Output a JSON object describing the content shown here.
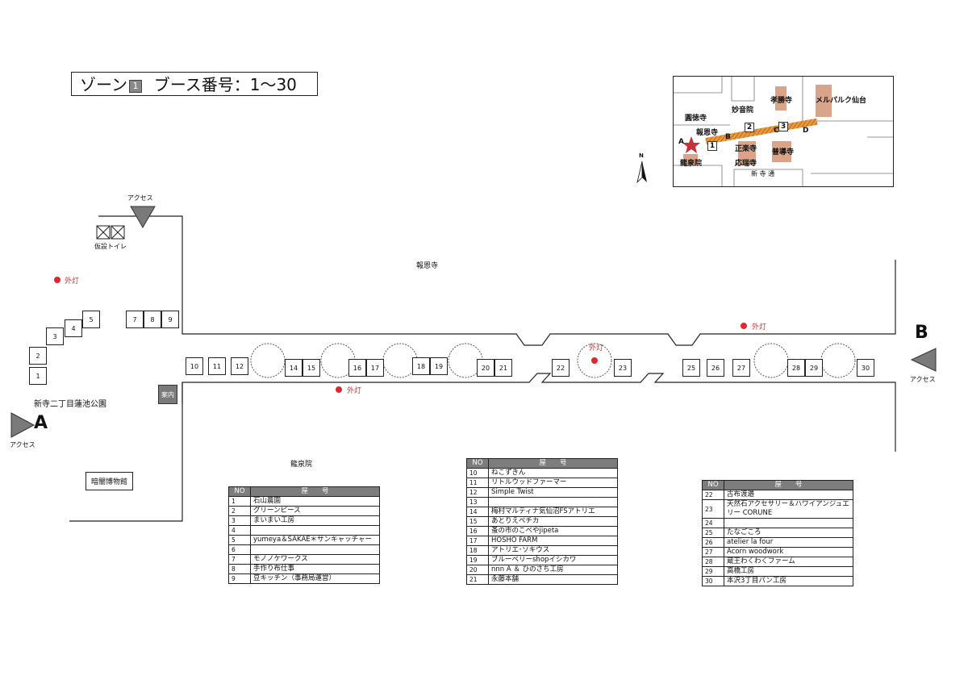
{
  "title": {
    "prefix": "ゾーン",
    "zone": "1",
    "suffix": "ブース番号：1〜30"
  },
  "labels": {
    "hoonji": "報恩寺",
    "ryusenin": "龍泉院",
    "park": "新寺二丁目蓮池公園",
    "museum": "暗闇博物館",
    "info": "案内",
    "toilet": "仮設トイレ",
    "lamp": "外灯",
    "access": "アクセス",
    "a": "A",
    "b": "B"
  },
  "booths": [
    "1",
    "2",
    "3",
    "4",
    "5",
    "7",
    "8",
    "9",
    "10",
    "11",
    "12",
    "14",
    "15",
    "16",
    "17",
    "18",
    "19",
    "20",
    "21",
    "22",
    "23",
    "25",
    "26",
    "27",
    "28",
    "29",
    "30"
  ],
  "inset": {
    "temples": [
      "圓徳寺",
      "妙音院",
      "孝勝寺",
      "メルパルク仙台",
      "報恩寺",
      "正楽寺",
      "普導寺",
      "龍泉院",
      "応瑞寺",
      "新 寺 通"
    ],
    "points": [
      "A",
      "B",
      "C",
      "D"
    ],
    "zones": [
      "1",
      "2",
      "3"
    ],
    "north": "N"
  },
  "tables": {
    "header_no": "NO",
    "header_name": "屋　　号",
    "t1": [
      {
        "no": "1",
        "name": "石山農園"
      },
      {
        "no": "2",
        "name": "グリーンピース"
      },
      {
        "no": "3",
        "name": "まいまい工房"
      },
      {
        "no": "4",
        "name": ""
      },
      {
        "no": "5",
        "name": "yumeya＆SAKAE＊サンキャッチャー"
      },
      {
        "no": "6",
        "name": ""
      },
      {
        "no": "7",
        "name": "モノノケワークス"
      },
      {
        "no": "8",
        "name": "手作り布仕事"
      },
      {
        "no": "9",
        "name": "豆キッチン（事務局運営）"
      }
    ],
    "t2": [
      {
        "no": "10",
        "name": "ねこずきん"
      },
      {
        "no": "11",
        "name": "リトルウッドファーマー"
      },
      {
        "no": "12",
        "name": "Simple Twist"
      },
      {
        "no": "13",
        "name": ""
      },
      {
        "no": "14",
        "name": "梅村マルティナ気仙沼FSアトリエ"
      },
      {
        "no": "15",
        "name": "あとりえペチカ"
      },
      {
        "no": "16",
        "name": "蚤の市のこべやjipeta"
      },
      {
        "no": "17",
        "name": "HOSHO FARM"
      },
      {
        "no": "18",
        "name": "アトリエ･ソキウス"
      },
      {
        "no": "19",
        "name": "ブルーベリーshopイシカワ"
      },
      {
        "no": "20",
        "name": "nnn A ＆ ひのさち工房"
      },
      {
        "no": "21",
        "name": "永藤本舗"
      }
    ],
    "t3": [
      {
        "no": "22",
        "name": "古布渡邉"
      },
      {
        "no": "23",
        "name": "天然石アクセサリー＆ハワイアンジュエリー CORUNE"
      },
      {
        "no": "24",
        "name": ""
      },
      {
        "no": "25",
        "name": "たなごころ"
      },
      {
        "no": "26",
        "name": "atelier la four"
      },
      {
        "no": "27",
        "name": "Acorn woodwork"
      },
      {
        "no": "28",
        "name": "蔵王わくわくファーム"
      },
      {
        "no": "29",
        "name": "高橋工房"
      },
      {
        "no": "30",
        "name": "本沢3丁目パン工房"
      }
    ]
  }
}
